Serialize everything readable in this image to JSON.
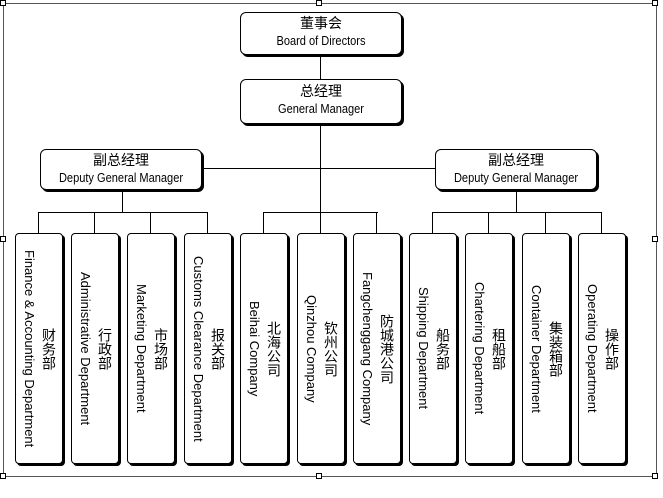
{
  "board": {
    "cn": "董事会",
    "en": "Board of Directors"
  },
  "gm": {
    "cn": "总经理",
    "en": "General Manager"
  },
  "dgm_left": {
    "cn": "副总经理",
    "en": "Deputy General Manager"
  },
  "dgm_right": {
    "cn": "副总经理",
    "en": "Deputy General Manager"
  },
  "departments": [
    {
      "cn": "财务部",
      "en": "Finance & Accounting Department"
    },
    {
      "cn": "行政部",
      "en": "Administrative Department"
    },
    {
      "cn": "市场部",
      "en": "Marketing Department"
    },
    {
      "cn": "报关部",
      "en": "Customs Clearance Department"
    },
    {
      "cn": "北海公司",
      "en": "Beihai Company"
    },
    {
      "cn": "钦州公司",
      "en": "Qinzhou Company"
    },
    {
      "cn": "防城港公司",
      "en": "Fangchenggang Company"
    },
    {
      "cn": "船务部",
      "en": "Shipping Department"
    },
    {
      "cn": "租船部",
      "en": "Chartering Department"
    },
    {
      "cn": "集装箱部",
      "en": "Container Department"
    },
    {
      "cn": "操作部",
      "en": "Operating Department"
    }
  ]
}
